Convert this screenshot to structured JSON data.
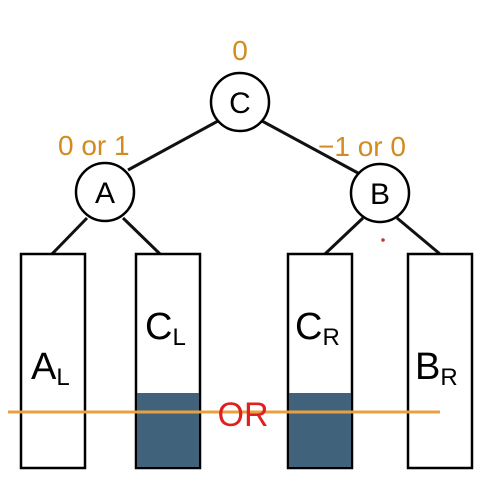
{
  "colors": {
    "balance_label": "#d18b1f",
    "or_label": "#e02020",
    "height_line": "#e8a040",
    "shaded_block": "#41627b"
  },
  "nodes": {
    "c": {
      "name": "C",
      "balance": "0"
    },
    "a": {
      "name": "A",
      "balance": "0 or 1"
    },
    "b": {
      "name": "B",
      "balance": "−1 or 0"
    }
  },
  "subtrees": {
    "al": {
      "main": "A",
      "sub": "L"
    },
    "cl": {
      "main": "C",
      "sub": "L"
    },
    "cr": {
      "main": "C",
      "sub": "R"
    },
    "br": {
      "main": "B",
      "sub": "R"
    }
  },
  "or_label": "OR"
}
